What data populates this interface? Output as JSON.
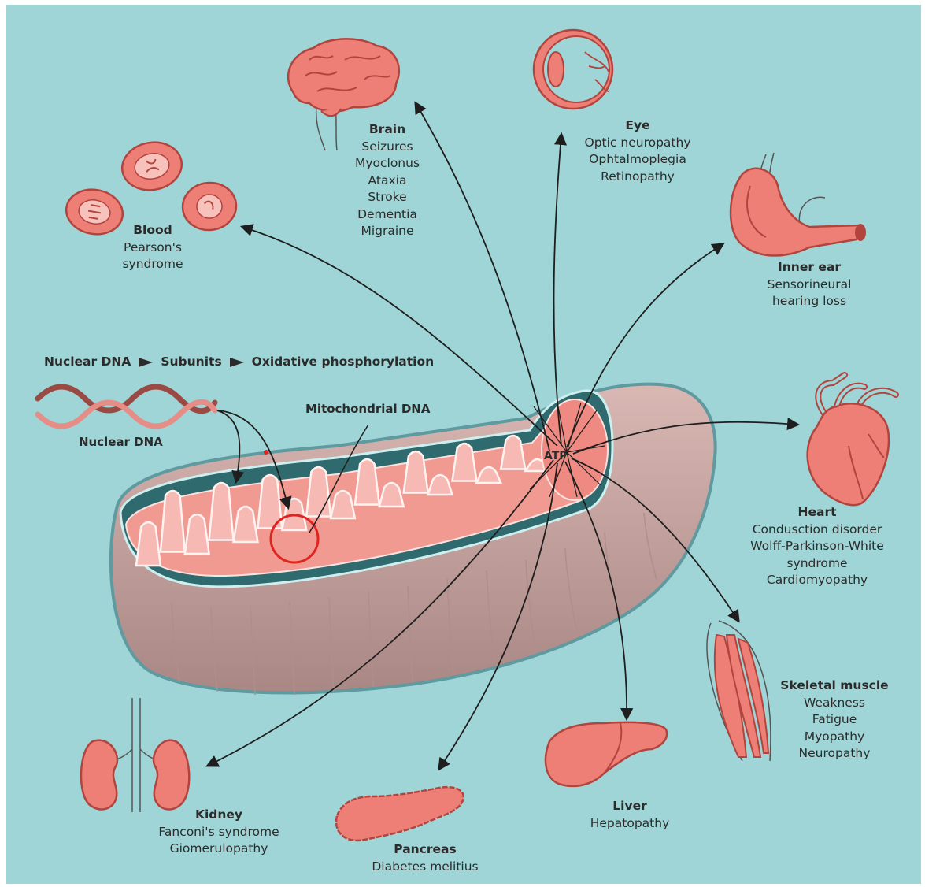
{
  "flow": {
    "steps": [
      "Nuclear DNA",
      "Subunits",
      "Oxidative phosphorylation"
    ]
  },
  "labels": {
    "nuclear_dna": "Nuclear DNA",
    "mitochondrial_dna": "Mitochondrial DNA",
    "atp": "ATP"
  },
  "organs": {
    "brain": {
      "title": "Brain",
      "items": [
        "Seizures",
        "Myoclonus",
        "Ataxia",
        "Stroke",
        "Dementia",
        "Migraine"
      ]
    },
    "eye": {
      "title": "Eye",
      "items": [
        "Optic neuropathy",
        "Ophtalmoplegia",
        "Retinopathy"
      ]
    },
    "blood": {
      "title": "Blood",
      "items": [
        "Pearson's",
        "syndrome"
      ]
    },
    "ear": {
      "title": "Inner ear",
      "items": [
        "Sensorineural",
        "hearing loss"
      ]
    },
    "heart": {
      "title": "Heart",
      "items": [
        "Condusction disorder",
        "Wolff-Parkinson-White",
        "syndrome",
        "Cardiomyopathy"
      ]
    },
    "muscle": {
      "title": "Skeletal muscle",
      "items": [
        "Weakness",
        "Fatigue",
        "Myopathy",
        "Neuropathy"
      ]
    },
    "liver": {
      "title": "Liver",
      "items": [
        "Hepatopathy"
      ]
    },
    "pancreas": {
      "title": "Pancreas",
      "items": [
        "Diabetes melitius"
      ]
    },
    "kidney": {
      "title": "Kidney",
      "items": [
        "Fanconi's syndrome",
        "Giomerulopathy"
      ]
    }
  },
  "colors": {
    "background": "#9fd5d6",
    "organ": "#ee7f76",
    "organ_dark": "#b2443e",
    "outer_membrane": "#c9a7a4",
    "inner_matrix": "#f4b3ad",
    "arrow": "#1e1e1e",
    "highlight_circle": "#e0241f"
  }
}
